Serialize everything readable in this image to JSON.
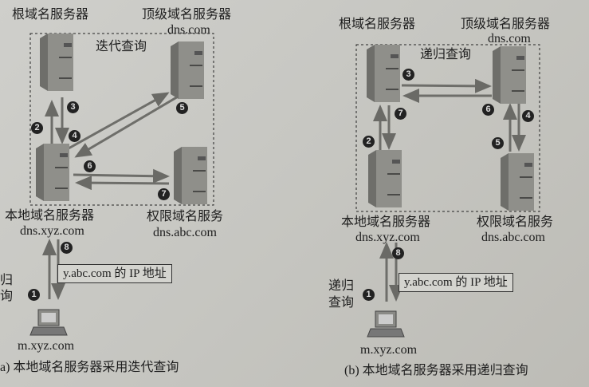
{
  "panel_a": {
    "root_label": "根域名服务器",
    "tld_label": "顶级域名服务器",
    "tld_host": "dns.com",
    "mode_label": "迭代查询",
    "local_label": "本地域名服务器",
    "local_host": "dns.xyz.com",
    "auth_label": "权限域名服务",
    "auth_host": "dns.abc.com",
    "steps": [
      "1",
      "2",
      "3",
      "4",
      "5",
      "6",
      "7",
      "8"
    ],
    "client_query_label_1": "归",
    "client_query_label_2": "询",
    "answer": "y.abc.com 的 IP 地址",
    "client_host": "m.xyz.com",
    "caption": "a) 本地域名服务器采用迭代查询"
  },
  "panel_b": {
    "root_label": "根域名服务器",
    "tld_label": "顶级域名服务器",
    "tld_host": "dns.com",
    "mode_label": "递归查询",
    "local_label": "本地域名服务器",
    "local_host": "dns.xyz.com",
    "auth_label": "权限域名服务",
    "auth_host": "dns.abc.com",
    "steps": [
      "1",
      "2",
      "3",
      "4",
      "5",
      "6",
      "7",
      "8"
    ],
    "client_query_label_1": "递归",
    "client_query_label_2": "查询",
    "answer": "y.abc.com 的 IP 地址",
    "client_host": "m.xyz.com",
    "caption": "(b) 本地域名服务器采用递归查询"
  }
}
